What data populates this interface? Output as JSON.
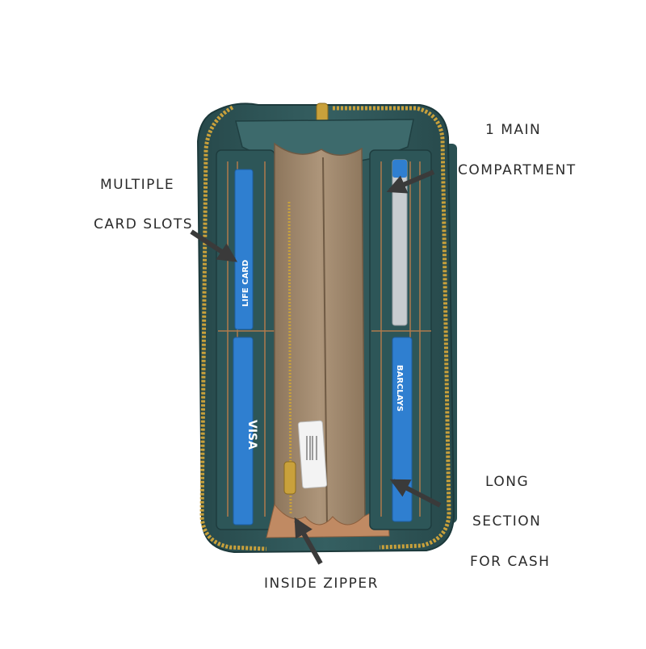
{
  "annotations": {
    "multiple_card_slots": [
      "MULTIPLE",
      "CARD SLOTS"
    ],
    "main_compartment": [
      "1 MAIN",
      "COMPARTMENT"
    ],
    "long_section": [
      "LONG",
      "SECTION",
      "FOR CASH"
    ],
    "inside_zipper": "INSIDE ZIPPER"
  },
  "cards": {
    "left_top": "LIFE CARD",
    "left_bottom": "VISA",
    "right_bottom": "BARCLAYS"
  },
  "colors": {
    "background": "#ffffff",
    "wallet_teal": "#2f5a5c",
    "wallet_teal_dark": "#1f3f41",
    "wallet_teal_light": "#3f6e70",
    "lining_tan": "#a78e73",
    "lining_tan_dark": "#8a7258",
    "leather_caramel": "#c08a63",
    "zipper_gold": "#c9a13b",
    "card_blue": "#2f7fd0",
    "arrow_gray": "#3a3a3a",
    "text": "#2b2b2b"
  }
}
